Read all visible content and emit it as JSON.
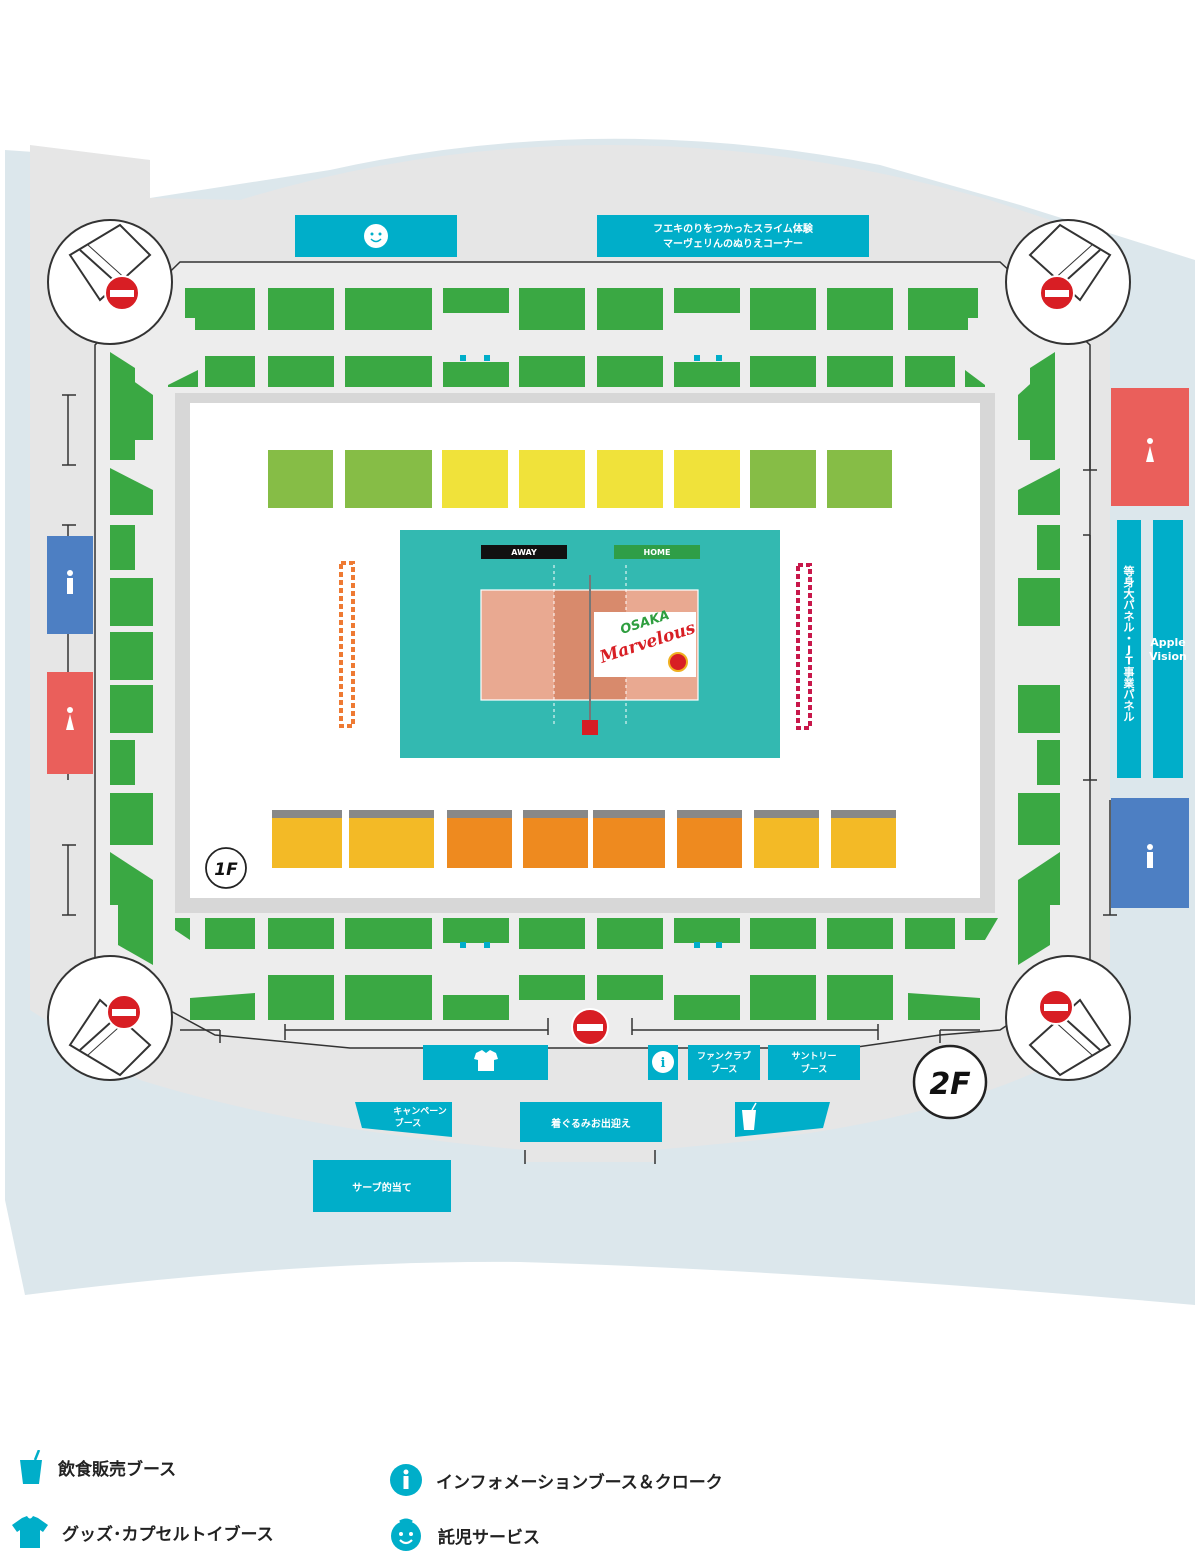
{
  "map": {
    "floor_1f": "1F",
    "floor_2f": "2F",
    "scoreboard": {
      "away": "AWAY",
      "home": "HOME"
    },
    "court_logo": {
      "line1": "OSAKA",
      "line2": "Marvelous"
    },
    "booths": {
      "slime_line1": "フエキのりをつかったスライム体験",
      "slime_line2": "マーヴェリんのぬりえコーナー",
      "fanclub_line1": "ファンクラブ",
      "fanclub_line2": "ブース",
      "suntory_line1": "サントリー",
      "suntory_line2": "ブース",
      "campaign_line1": "キャンペーン",
      "campaign_line2": "ブース",
      "mascot": "着ぐるみお出迎え",
      "serve": "サーブ的当て",
      "panel_chars": [
        "等",
        "身",
        "大",
        "パ",
        "ネ",
        "ル",
        "・",
        "J",
        "T",
        "事",
        "業",
        "パ",
        "ネ",
        "ル"
      ],
      "apple_line1": "Apple",
      "apple_line2": "Vision"
    },
    "colors": {
      "booth": "#00aec9",
      "seat_green": "#3aa843",
      "seat_lightgreen": "#86bd46",
      "seat_yellow": "#f0e23a",
      "seat_gold": "#f3ba26",
      "seat_orange": "#ee8a1f",
      "court_teal": "#33b9b1",
      "court_salmon": "#e9a991",
      "no_entry": "#d81e24",
      "restroom_female": "#ea5f5b",
      "restroom_male": "#4d7fc3"
    }
  },
  "legend": {
    "food": "飲食販売ブース",
    "goods": "グッズ･カプセルトイブース",
    "info": "インフォメーションブース＆クローク",
    "kids": "託児サービス"
  }
}
